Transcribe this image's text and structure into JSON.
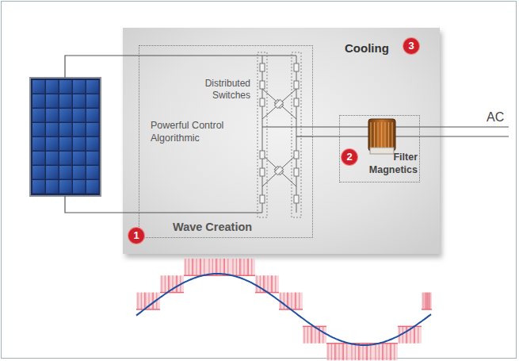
{
  "diagram": {
    "nodes": [
      {
        "text": [
          "Cooling"
        ]
      },
      {
        "text": [
          "Distributed Switches",
          "Powerful Control Algorithmic",
          "Wave Creation"
        ],
        "in": 0
      },
      {
        "text": [
          "Filter Magnetics"
        ],
        "in": 0
      }
    ],
    "edges": [
      {
        "from": 1,
        "to": 2,
        "arrow": "none"
      }
    ],
    "labels": [
      "1",
      "2",
      "3",
      "AC"
    ]
  }
}
